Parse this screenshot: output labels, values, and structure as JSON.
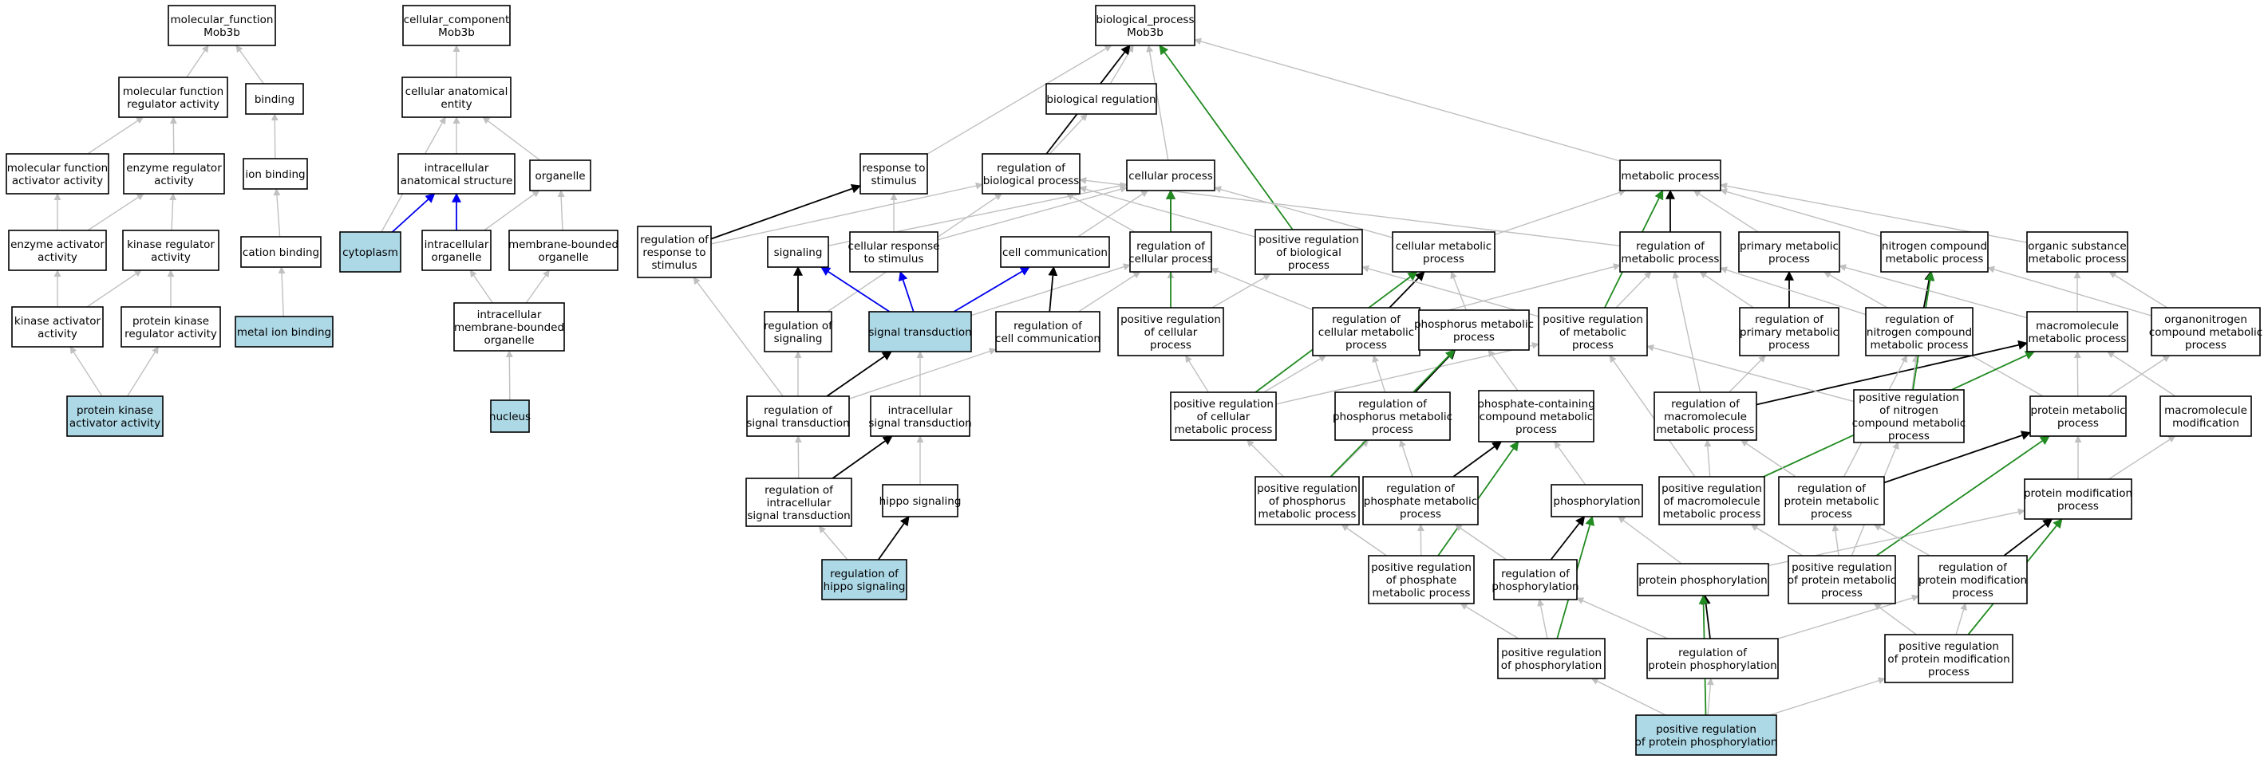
{
  "colors": {
    "plain_fill": "#ffffff",
    "highlight_fill": "#add8e6",
    "edge_gray": "#c0c0c0",
    "edge_black": "#000000",
    "edge_blue": "#0000ee",
    "edge_green": "#228b22"
  },
  "nodes": [
    {
      "id": "mf_root",
      "lines": [
        "molecular_function",
        "Mob3b"
      ],
      "hl": false
    },
    {
      "id": "mf_reg",
      "lines": [
        "molecular function",
        "regulator activity"
      ],
      "hl": false
    },
    {
      "id": "binding",
      "lines": [
        "binding"
      ],
      "hl": false
    },
    {
      "id": "mf_act",
      "lines": [
        "molecular function",
        "activator activity"
      ],
      "hl": false
    },
    {
      "id": "enz_reg",
      "lines": [
        "enzyme regulator",
        "activity"
      ],
      "hl": false
    },
    {
      "id": "ion_binding",
      "lines": [
        "ion binding"
      ],
      "hl": false
    },
    {
      "id": "enz_act",
      "lines": [
        "enzyme activator",
        "activity"
      ],
      "hl": false
    },
    {
      "id": "kin_reg",
      "lines": [
        "kinase regulator",
        "activity"
      ],
      "hl": false
    },
    {
      "id": "cation_binding",
      "lines": [
        "cation binding"
      ],
      "hl": false
    },
    {
      "id": "kin_act",
      "lines": [
        "kinase activator",
        "activity"
      ],
      "hl": false
    },
    {
      "id": "pk_reg",
      "lines": [
        "protein kinase",
        "regulator activity"
      ],
      "hl": false
    },
    {
      "id": "metal_ion",
      "lines": [
        "metal ion binding"
      ],
      "hl": true
    },
    {
      "id": "pk_act",
      "lines": [
        "protein kinase",
        "activator activity"
      ],
      "hl": true
    },
    {
      "id": "cc_root",
      "lines": [
        "cellular_component",
        "Mob3b"
      ],
      "hl": false
    },
    {
      "id": "cae",
      "lines": [
        "cellular anatomical",
        "entity"
      ],
      "hl": false
    },
    {
      "id": "ias",
      "lines": [
        "intracellular",
        "anatomical structure"
      ],
      "hl": false
    },
    {
      "id": "organelle",
      "lines": [
        "organelle"
      ],
      "hl": false
    },
    {
      "id": "cytoplasm",
      "lines": [
        "cytoplasm"
      ],
      "hl": true
    },
    {
      "id": "intra_org",
      "lines": [
        "intracellular",
        "organelle"
      ],
      "hl": false
    },
    {
      "id": "mb_org",
      "lines": [
        "membrane-bounded",
        "organelle"
      ],
      "hl": false
    },
    {
      "id": "imbo",
      "lines": [
        "intracellular",
        "membrane-bounded",
        "organelle"
      ],
      "hl": false
    },
    {
      "id": "nucleus",
      "lines": [
        "nucleus"
      ],
      "hl": true
    },
    {
      "id": "bp_root",
      "lines": [
        "biological_process",
        "Mob3b"
      ],
      "hl": false
    },
    {
      "id": "bio_reg",
      "lines": [
        "biological regulation"
      ],
      "hl": false
    },
    {
      "id": "resp_stim",
      "lines": [
        "response to",
        "stimulus"
      ],
      "hl": false
    },
    {
      "id": "reg_bp",
      "lines": [
        "regulation of",
        "biological process"
      ],
      "hl": false
    },
    {
      "id": "cell_proc",
      "lines": [
        "cellular process"
      ],
      "hl": false
    },
    {
      "id": "met_proc",
      "lines": [
        "metabolic process"
      ],
      "hl": false
    },
    {
      "id": "reg_resp",
      "lines": [
        "regulation of",
        "response to",
        "stimulus"
      ],
      "hl": false
    },
    {
      "id": "signaling",
      "lines": [
        "signaling"
      ],
      "hl": false
    },
    {
      "id": "cell_resp",
      "lines": [
        "cellular response",
        "to stimulus"
      ],
      "hl": false
    },
    {
      "id": "cell_comm",
      "lines": [
        "cell communication"
      ],
      "hl": false
    },
    {
      "id": "reg_cp",
      "lines": [
        "regulation of",
        "cellular process"
      ],
      "hl": false
    },
    {
      "id": "pos_reg_bp",
      "lines": [
        "positive regulation",
        "of biological",
        "process"
      ],
      "hl": false
    },
    {
      "id": "cell_met",
      "lines": [
        "cellular metabolic",
        "process"
      ],
      "hl": false
    },
    {
      "id": "reg_met",
      "lines": [
        "regulation of",
        "metabolic process"
      ],
      "hl": false
    },
    {
      "id": "prim_met",
      "lines": [
        "primary metabolic",
        "process"
      ],
      "hl": false
    },
    {
      "id": "ncmp",
      "lines": [
        "nitrogen compound",
        "metabolic process"
      ],
      "hl": false
    },
    {
      "id": "osmp",
      "lines": [
        "organic substance",
        "metabolic process"
      ],
      "hl": false
    },
    {
      "id": "reg_sig",
      "lines": [
        "regulation of",
        "signaling"
      ],
      "hl": false
    },
    {
      "id": "sig_trans",
      "lines": [
        "signal transduction"
      ],
      "hl": true
    },
    {
      "id": "reg_cc",
      "lines": [
        "regulation of",
        "cell communication"
      ],
      "hl": false
    },
    {
      "id": "pos_reg_cp",
      "lines": [
        "positive regulation",
        "of cellular",
        "process"
      ],
      "hl": false
    },
    {
      "id": "reg_cmp",
      "lines": [
        "regulation of",
        "cellular metabolic",
        "process"
      ],
      "hl": false
    },
    {
      "id": "phos_met",
      "lines": [
        "phosphorus metabolic",
        "process"
      ],
      "hl": false
    },
    {
      "id": "pos_reg_met",
      "lines": [
        "positive regulation",
        "of metabolic",
        "process"
      ],
      "hl": false
    },
    {
      "id": "reg_pmp",
      "lines": [
        "regulation of",
        "primary metabolic",
        "process"
      ],
      "hl": false
    },
    {
      "id": "reg_ncmp",
      "lines": [
        "regulation of",
        "nitrogen compound",
        "metabolic process"
      ],
      "hl": false
    },
    {
      "id": "macro_met",
      "lines": [
        "macromolecule",
        "metabolic process"
      ],
      "hl": false
    },
    {
      "id": "ocmp",
      "lines": [
        "organonitrogen",
        "compound metabolic",
        "process"
      ],
      "hl": false
    },
    {
      "id": "reg_st",
      "lines": [
        "regulation of",
        "signal transduction"
      ],
      "hl": false
    },
    {
      "id": "intra_st",
      "lines": [
        "intracellular",
        "signal transduction"
      ],
      "hl": false
    },
    {
      "id": "pos_reg_cmp",
      "lines": [
        "positive regulation",
        "of cellular",
        "metabolic process"
      ],
      "hl": false
    },
    {
      "id": "reg_phos_met",
      "lines": [
        "regulation of",
        "phosphorus metabolic",
        "process"
      ],
      "hl": false
    },
    {
      "id": "pccmp",
      "lines": [
        "phosphate-containing",
        "compound metabolic",
        "process"
      ],
      "hl": false
    },
    {
      "id": "reg_mmp",
      "lines": [
        "regulation of",
        "macromolecule",
        "metabolic process"
      ],
      "hl": false
    },
    {
      "id": "pos_reg_ncmp",
      "lines": [
        "positive regulation",
        "of nitrogen",
        "compound metabolic",
        "process"
      ],
      "hl": false
    },
    {
      "id": "prot_met",
      "lines": [
        "protein metabolic",
        "process"
      ],
      "hl": false
    },
    {
      "id": "macro_mod",
      "lines": [
        "macromolecule",
        "modification"
      ],
      "hl": false
    },
    {
      "id": "reg_ist",
      "lines": [
        "regulation of",
        "intracellular",
        "signal transduction"
      ],
      "hl": false
    },
    {
      "id": "hippo",
      "lines": [
        "hippo signaling"
      ],
      "hl": false
    },
    {
      "id": "pos_reg_phos_met",
      "lines": [
        "positive regulation",
        "of phosphorus",
        "metabolic process"
      ],
      "hl": false
    },
    {
      "id": "reg_pcmp",
      "lines": [
        "regulation of",
        "phosphate metabolic",
        "process"
      ],
      "hl": false
    },
    {
      "id": "phosphorylation",
      "lines": [
        "phosphorylation"
      ],
      "hl": false
    },
    {
      "id": "pos_reg_mmp",
      "lines": [
        "positive regulation",
        "of macromolecule",
        "metabolic process"
      ],
      "hl": false
    },
    {
      "id": "reg_prot_met",
      "lines": [
        "regulation of",
        "protein metabolic",
        "process"
      ],
      "hl": false
    },
    {
      "id": "prot_mod",
      "lines": [
        "protein modification",
        "process"
      ],
      "hl": false
    },
    {
      "id": "reg_hippo",
      "lines": [
        "regulation of",
        "hippo signaling"
      ],
      "hl": true
    },
    {
      "id": "pos_reg_pcmp",
      "lines": [
        "positive regulation",
        "of phosphate",
        "metabolic process"
      ],
      "hl": false
    },
    {
      "id": "reg_phos",
      "lines": [
        "regulation of",
        "phosphorylation"
      ],
      "hl": false
    },
    {
      "id": "prot_phos",
      "lines": [
        "protein phosphorylation"
      ],
      "hl": false
    },
    {
      "id": "pos_reg_prot_met",
      "lines": [
        "positive regulation",
        "of protein metabolic",
        "process"
      ],
      "hl": false
    },
    {
      "id": "reg_pmod",
      "lines": [
        "regulation of",
        "protein modification",
        "process"
      ],
      "hl": false
    },
    {
      "id": "pos_reg_phos",
      "lines": [
        "positive regulation",
        "of phosphorylation"
      ],
      "hl": false
    },
    {
      "id": "reg_prot_phos",
      "lines": [
        "regulation of",
        "protein phosphorylation"
      ],
      "hl": false
    },
    {
      "id": "pos_reg_pmod",
      "lines": [
        "positive regulation",
        "of protein modification",
        "process"
      ],
      "hl": false
    },
    {
      "id": "pos_reg_prot_phos",
      "lines": [
        "positive regulation",
        "of protein phosphorylation"
      ],
      "hl": true
    }
  ],
  "edges": [
    [
      "mf_reg",
      "mf_root",
      "gray"
    ],
    [
      "binding",
      "mf_root",
      "gray"
    ],
    [
      "mf_act",
      "mf_reg",
      "gray"
    ],
    [
      "enz_reg",
      "mf_reg",
      "gray"
    ],
    [
      "ion_binding",
      "binding",
      "gray"
    ],
    [
      "enz_act",
      "mf_act",
      "gray"
    ],
    [
      "enz_act",
      "enz_reg",
      "gray"
    ],
    [
      "kin_reg",
      "enz_reg",
      "gray"
    ],
    [
      "cation_binding",
      "ion_binding",
      "gray"
    ],
    [
      "kin_act",
      "enz_act",
      "gray"
    ],
    [
      "kin_act",
      "kin_reg",
      "gray"
    ],
    [
      "pk_reg",
      "kin_reg",
      "gray"
    ],
    [
      "metal_ion",
      "cation_binding",
      "gray"
    ],
    [
      "pk_act",
      "kin_act",
      "gray"
    ],
    [
      "pk_act",
      "pk_reg",
      "gray"
    ],
    [
      "cae",
      "cc_root",
      "gray"
    ],
    [
      "ias",
      "cae",
      "gray"
    ],
    [
      "organelle",
      "cae",
      "gray"
    ],
    [
      "cytoplasm",
      "cae",
      "gray"
    ],
    [
      "cytoplasm",
      "ias",
      "blue"
    ],
    [
      "intra_org",
      "ias",
      "blue"
    ],
    [
      "intra_org",
      "organelle",
      "gray"
    ],
    [
      "mb_org",
      "organelle",
      "gray"
    ],
    [
      "imbo",
      "intra_org",
      "gray"
    ],
    [
      "imbo",
      "mb_org",
      "gray"
    ],
    [
      "nucleus",
      "imbo",
      "gray"
    ],
    [
      "bio_reg",
      "bp_root",
      "gray"
    ],
    [
      "resp_stim",
      "bp_root",
      "gray"
    ],
    [
      "reg_bp",
      "bp_root",
      "black"
    ],
    [
      "reg_bp",
      "bio_reg",
      "gray"
    ],
    [
      "cell_proc",
      "bp_root",
      "gray"
    ],
    [
      "met_proc",
      "bp_root",
      "gray"
    ],
    [
      "reg_resp",
      "resp_stim",
      "black"
    ],
    [
      "reg_resp",
      "reg_bp",
      "gray"
    ],
    [
      "signaling",
      "cell_proc",
      "gray"
    ],
    [
      "cell_resp",
      "resp_stim",
      "gray"
    ],
    [
      "cell_resp",
      "cell_proc",
      "gray"
    ],
    [
      "cell_comm",
      "cell_proc",
      "gray"
    ],
    [
      "reg_cp",
      "reg_bp",
      "gray"
    ],
    [
      "reg_cp",
      "cell_proc",
      "black"
    ],
    [
      "pos_reg_bp",
      "reg_bp",
      "gray"
    ],
    [
      "pos_reg_bp",
      "bp_root",
      "green"
    ],
    [
      "cell_met",
      "cell_proc",
      "gray"
    ],
    [
      "cell_met",
      "met_proc",
      "gray"
    ],
    [
      "reg_met",
      "met_proc",
      "black"
    ],
    [
      "reg_met",
      "reg_bp",
      "gray"
    ],
    [
      "prim_met",
      "met_proc",
      "gray"
    ],
    [
      "ncmp",
      "met_proc",
      "gray"
    ],
    [
      "osmp",
      "met_proc",
      "gray"
    ],
    [
      "reg_sig",
      "signaling",
      "black"
    ],
    [
      "reg_sig",
      "reg_bp",
      "gray"
    ],
    [
      "sig_trans",
      "signaling",
      "blue"
    ],
    [
      "sig_trans",
      "cell_resp",
      "blue"
    ],
    [
      "sig_trans",
      "cell_comm",
      "blue"
    ],
    [
      "sig_trans",
      "reg_cp",
      "gray"
    ],
    [
      "reg_cc",
      "cell_comm",
      "black"
    ],
    [
      "reg_cc",
      "reg_cp",
      "gray"
    ],
    [
      "pos_reg_cp",
      "reg_cp",
      "gray"
    ],
    [
      "pos_reg_cp",
      "pos_reg_bp",
      "gray"
    ],
    [
      "pos_reg_cp",
      "cell_proc",
      "green"
    ],
    [
      "reg_cmp",
      "cell_met",
      "black"
    ],
    [
      "reg_cmp",
      "reg_cp",
      "gray"
    ],
    [
      "reg_cmp",
      "reg_met",
      "gray"
    ],
    [
      "phos_met",
      "cell_met",
      "gray"
    ],
    [
      "pos_reg_met",
      "reg_met",
      "gray"
    ],
    [
      "pos_reg_met",
      "pos_reg_bp",
      "gray"
    ],
    [
      "pos_reg_met",
      "met_proc",
      "green"
    ],
    [
      "reg_pmp",
      "prim_met",
      "black"
    ],
    [
      "reg_pmp",
      "reg_met",
      "gray"
    ],
    [
      "reg_ncmp",
      "ncmp",
      "black"
    ],
    [
      "reg_ncmp",
      "reg_met",
      "gray"
    ],
    [
      "macro_met",
      "prim_met",
      "gray"
    ],
    [
      "macro_met",
      "osmp",
      "gray"
    ],
    [
      "ocmp",
      "ncmp",
      "gray"
    ],
    [
      "ocmp",
      "osmp",
      "gray"
    ],
    [
      "reg_st",
      "sig_trans",
      "black"
    ],
    [
      "reg_st",
      "reg_sig",
      "gray"
    ],
    [
      "reg_st",
      "reg_cc",
      "gray"
    ],
    [
      "reg_st",
      "reg_resp",
      "gray"
    ],
    [
      "intra_st",
      "sig_trans",
      "gray"
    ],
    [
      "pos_reg_cmp",
      "reg_cmp",
      "gray"
    ],
    [
      "pos_reg_cmp",
      "pos_reg_cp",
      "gray"
    ],
    [
      "pos_reg_cmp",
      "pos_reg_met",
      "gray"
    ],
    [
      "pos_reg_cmp",
      "cell_met",
      "green"
    ],
    [
      "reg_phos_met",
      "phos_met",
      "black"
    ],
    [
      "reg_phos_met",
      "reg_cmp",
      "gray"
    ],
    [
      "pccmp",
      "phos_met",
      "gray"
    ],
    [
      "reg_mmp",
      "macro_met",
      "black"
    ],
    [
      "reg_mmp",
      "reg_met",
      "gray"
    ],
    [
      "reg_mmp",
      "reg_pmp",
      "gray"
    ],
    [
      "pos_reg_ncmp",
      "reg_ncmp",
      "gray"
    ],
    [
      "pos_reg_ncmp",
      "pos_reg_met",
      "gray"
    ],
    [
      "pos_reg_ncmp",
      "ncmp",
      "green"
    ],
    [
      "prot_met",
      "macro_met",
      "gray"
    ],
    [
      "prot_met",
      "ocmp",
      "gray"
    ],
    [
      "prot_met",
      "prim_met",
      "gray"
    ],
    [
      "macro_mod",
      "macro_met",
      "gray"
    ],
    [
      "reg_ist",
      "intra_st",
      "black"
    ],
    [
      "reg_ist",
      "reg_st",
      "gray"
    ],
    [
      "hippo",
      "intra_st",
      "gray"
    ],
    [
      "pos_reg_phos_met",
      "reg_phos_met",
      "gray"
    ],
    [
      "pos_reg_phos_met",
      "pos_reg_cmp",
      "gray"
    ],
    [
      "pos_reg_phos_met",
      "phos_met",
      "green"
    ],
    [
      "reg_pcmp",
      "pccmp",
      "black"
    ],
    [
      "reg_pcmp",
      "reg_phos_met",
      "gray"
    ],
    [
      "phosphorylation",
      "pccmp",
      "gray"
    ],
    [
      "pos_reg_mmp",
      "reg_mmp",
      "gray"
    ],
    [
      "pos_reg_mmp",
      "pos_reg_met",
      "gray"
    ],
    [
      "pos_reg_mmp",
      "macro_met",
      "green"
    ],
    [
      "reg_prot_met",
      "prot_met",
      "black"
    ],
    [
      "reg_prot_met",
      "reg_mmp",
      "gray"
    ],
    [
      "reg_prot_met",
      "reg_ncmp",
      "gray"
    ],
    [
      "prot_mod",
      "prot_met",
      "gray"
    ],
    [
      "prot_mod",
      "macro_mod",
      "gray"
    ],
    [
      "reg_hippo",
      "hippo",
      "black"
    ],
    [
      "reg_hippo",
      "reg_ist",
      "gray"
    ],
    [
      "pos_reg_pcmp",
      "reg_pcmp",
      "gray"
    ],
    [
      "pos_reg_pcmp",
      "pos_reg_phos_met",
      "gray"
    ],
    [
      "pos_reg_pcmp",
      "pccmp",
      "green"
    ],
    [
      "reg_phos",
      "phosphorylation",
      "black"
    ],
    [
      "reg_phos",
      "reg_pcmp",
      "gray"
    ],
    [
      "prot_phos",
      "phosphorylation",
      "gray"
    ],
    [
      "prot_phos",
      "prot_mod",
      "gray"
    ],
    [
      "pos_reg_prot_met",
      "reg_prot_met",
      "gray"
    ],
    [
      "pos_reg_prot_met",
      "pos_reg_mmp",
      "gray"
    ],
    [
      "pos_reg_prot_met",
      "pos_reg_ncmp",
      "gray"
    ],
    [
      "pos_reg_prot_met",
      "prot_met",
      "green"
    ],
    [
      "reg_pmod",
      "prot_mod",
      "black"
    ],
    [
      "reg_pmod",
      "reg_prot_met",
      "gray"
    ],
    [
      "pos_reg_phos",
      "reg_phos",
      "gray"
    ],
    [
      "pos_reg_phos",
      "pos_reg_pcmp",
      "gray"
    ],
    [
      "pos_reg_phos",
      "phosphorylation",
      "green"
    ],
    [
      "reg_prot_phos",
      "prot_phos",
      "black"
    ],
    [
      "reg_prot_phos",
      "reg_phos",
      "gray"
    ],
    [
      "reg_prot_phos",
      "reg_pmod",
      "gray"
    ],
    [
      "pos_reg_pmod",
      "reg_pmod",
      "gray"
    ],
    [
      "pos_reg_pmod",
      "pos_reg_prot_met",
      "gray"
    ],
    [
      "pos_reg_pmod",
      "prot_mod",
      "green"
    ],
    [
      "pos_reg_prot_phos",
      "reg_prot_phos",
      "gray"
    ],
    [
      "pos_reg_prot_phos",
      "pos_reg_phos",
      "gray"
    ],
    [
      "pos_reg_prot_phos",
      "pos_reg_pmod",
      "gray"
    ],
    [
      "pos_reg_prot_phos",
      "prot_phos",
      "green"
    ]
  ]
}
